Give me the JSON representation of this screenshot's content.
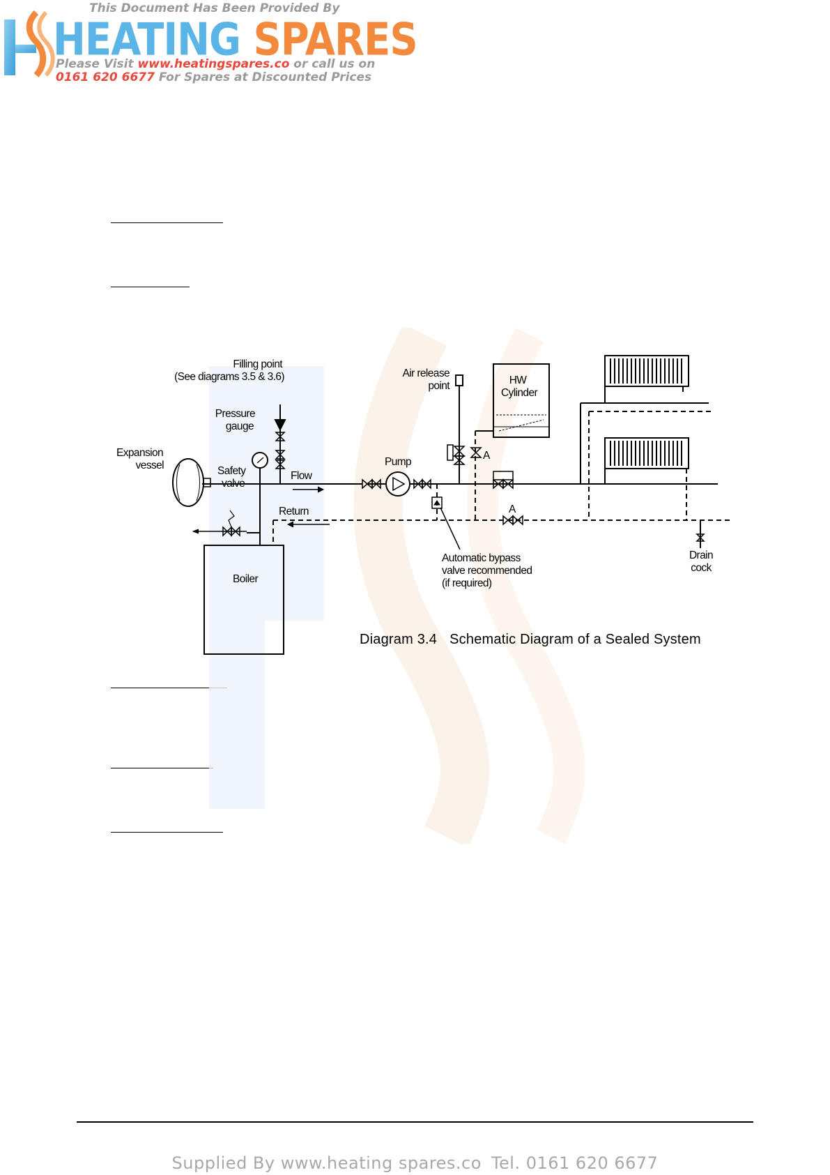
{
  "banner": {
    "logo_text": "HEATING SPARES",
    "line1": "This Document Has Been Provided By",
    "line2_prefix": "Please Visit",
    "line2_url": "www.heatingspares.co",
    "line2_suffix": "or call us on",
    "line3_phone": "0161 620 6677",
    "line3_suffix": "For Spares at Discounted Prices"
  },
  "diagram": {
    "labels": {
      "filling_point": "Filling point",
      "filling_point_note": "(See diagrams 3.5 & 3.6)",
      "pressure_gauge_1": "Pressure",
      "pressure_gauge_2": "gauge",
      "expansion_vessel_1": "Expansion",
      "expansion_vessel_2": "vessel",
      "safety_valve_1": "Safety",
      "safety_valve_2": "valve",
      "flow": "Flow",
      "return": "Return",
      "boiler": "Boiler",
      "air_release_1": "Air release",
      "air_release_2": "point",
      "pump": "Pump",
      "hw_cylinder_1": "HW",
      "hw_cylinder_2": "Cylinder",
      "valve_a": "A",
      "bypass_1": "Automatic bypass",
      "bypass_2": "valve recommended",
      "bypass_3": "(if required)",
      "drain_cock_1": "Drain",
      "drain_cock_2": "cock"
    },
    "caption_number": "Diagram 3.4",
    "caption_title": "Schematic Diagram of a Sealed System"
  },
  "footer": {
    "supplied_by": "Supplied By www.heating spares.co",
    "tel": "Tel. 0161 620 6677"
  }
}
